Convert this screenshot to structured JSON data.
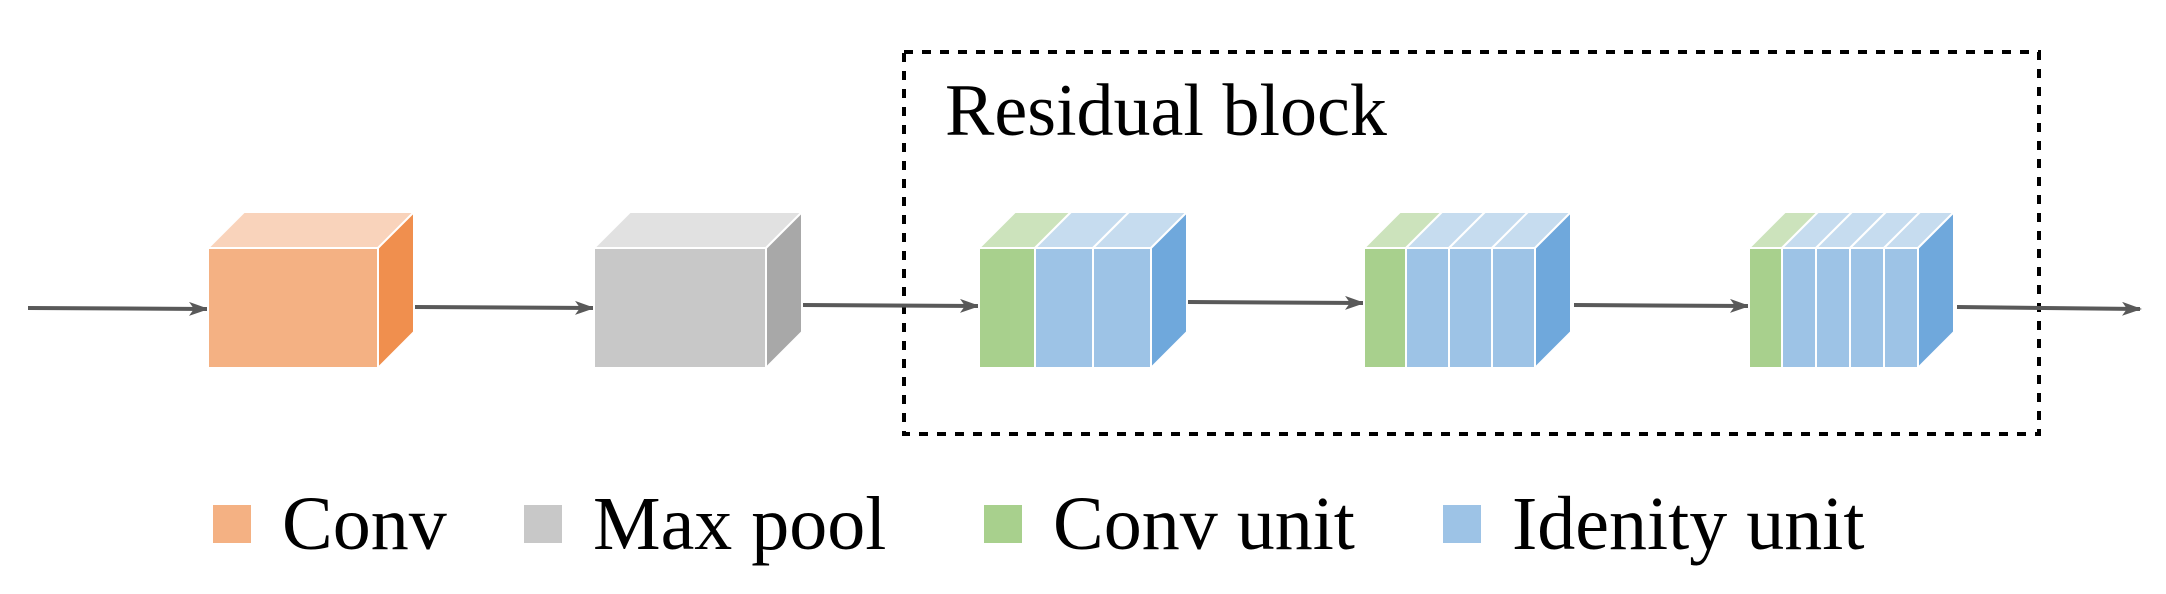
{
  "diagram": {
    "group_label": "Residual block",
    "colors": {
      "conv": {
        "front": "#F4B183",
        "top": "#F9D3BB",
        "side": "#F08F4E"
      },
      "maxpool": {
        "front": "#C8C8C8",
        "top": "#E1E1E1",
        "side": "#A8A8A8"
      },
      "conv_unit": {
        "front": "#A8D08D",
        "top": "#CCE3BC",
        "side": "#8FC26E"
      },
      "identity_unit": {
        "front": "#9DC3E6",
        "top": "#C6DCEF",
        "side": "#6FA8DC"
      },
      "arrow": "#595959",
      "dashed_box": "#000000"
    },
    "blocks": [
      {
        "kind": "conv",
        "units": [
          "conv"
        ]
      },
      {
        "kind": "maxpool",
        "units": [
          "maxpool"
        ]
      },
      {
        "kind": "residual",
        "units": [
          "conv_unit",
          "identity_unit",
          "identity_unit"
        ]
      },
      {
        "kind": "residual",
        "units": [
          "conv_unit",
          "identity_unit",
          "identity_unit",
          "identity_unit"
        ]
      },
      {
        "kind": "residual",
        "units": [
          "conv_unit",
          "identity_unit",
          "identity_unit",
          "identity_unit",
          "identity_unit"
        ]
      }
    ]
  },
  "legend": {
    "items": [
      {
        "key": "conv",
        "label": "Conv"
      },
      {
        "key": "maxpool",
        "label": "Max pool"
      },
      {
        "key": "conv_unit",
        "label": "Conv unit"
      },
      {
        "key": "identity_unit",
        "label": "Idenity unit"
      }
    ]
  }
}
